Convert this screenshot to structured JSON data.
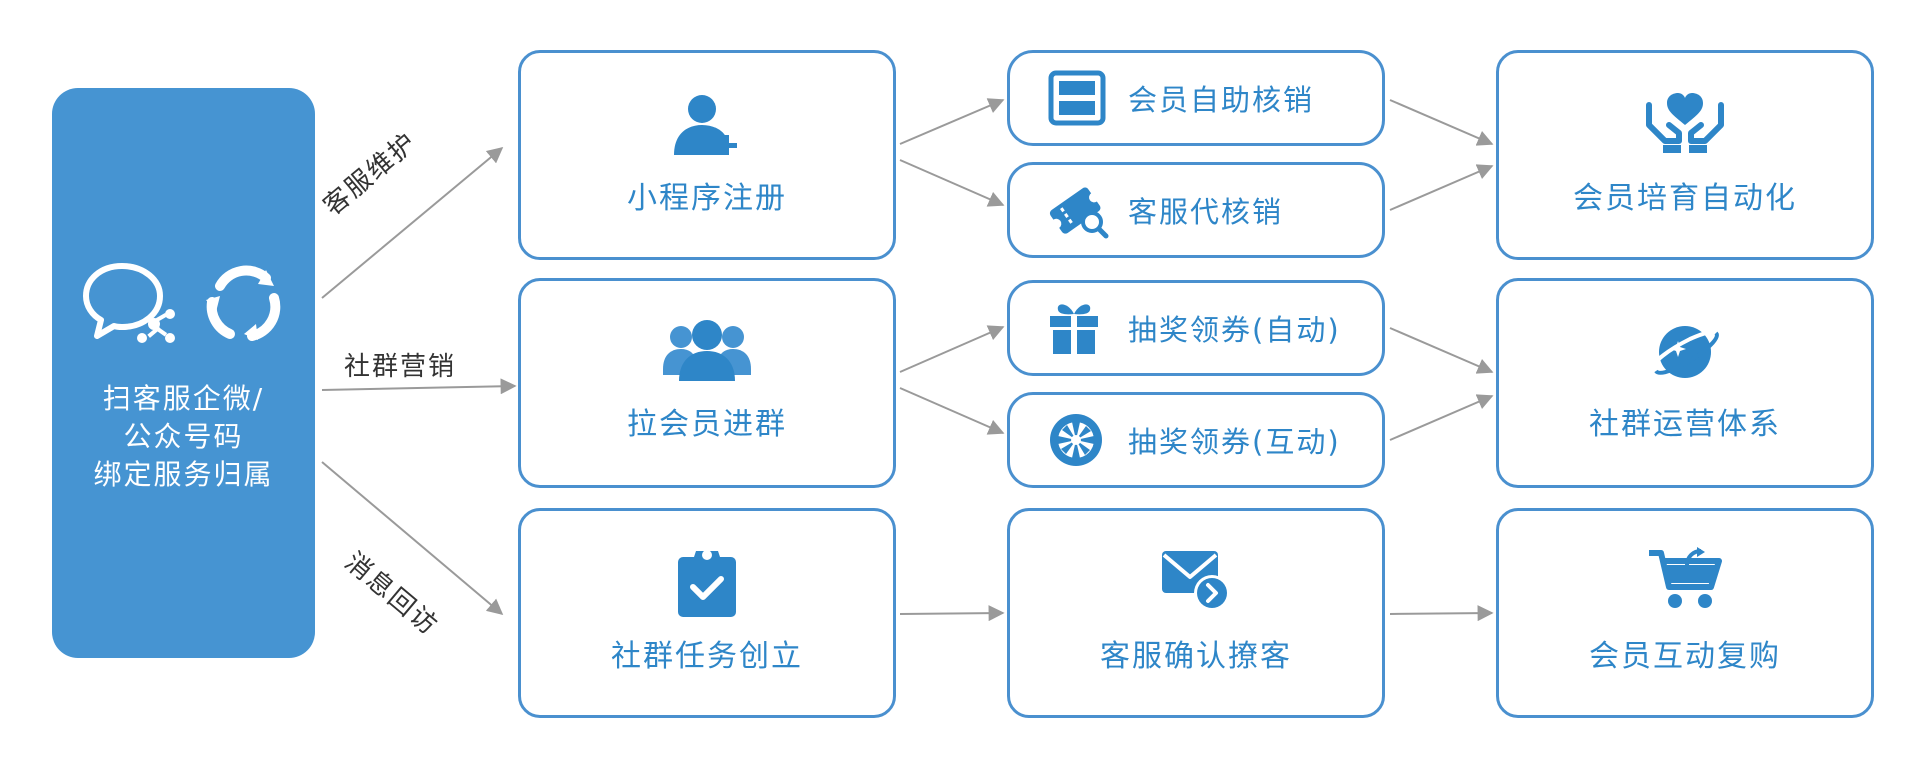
{
  "colors": {
    "accent": "#4694d2",
    "box_border": "#4a90cf",
    "text_blue": "#2e86c8",
    "arrow": "#9a9a9a"
  },
  "left_panel": {
    "icons": [
      "wechat-work-icon",
      "enterprise-wechat-logo-icon"
    ],
    "lines": [
      "扫客服企微/",
      "公众号码",
      "绑定服务归属"
    ]
  },
  "edge_labels": {
    "top": "客服维护",
    "middle": "社群营销",
    "bottom": "消息回访"
  },
  "column1": [
    {
      "label": "小程序注册",
      "icon": "user-add-icon"
    },
    {
      "label": "拉会员进群",
      "icon": "group-icon"
    },
    {
      "label": "社群任务创立",
      "icon": "clipboard-check-icon"
    }
  ],
  "column2": [
    {
      "label": "会员自助核销",
      "icon": "scan-frame-icon"
    },
    {
      "label": "客服代核销",
      "icon": "ticket-search-icon"
    },
    {
      "label": "抽奖领券(自动)",
      "icon": "gift-icon"
    },
    {
      "label": "抽奖领券(互动)",
      "icon": "lottery-wheel-icon"
    },
    {
      "label": "客服确认撩客",
      "icon": "mail-forward-icon"
    }
  ],
  "column3": [
    {
      "label": "会员培育自动化",
      "icon": "hands-heart-icon"
    },
    {
      "label": "社群运营体系",
      "icon": "planet-icon"
    },
    {
      "label": "会员互动复购",
      "icon": "cart-repeat-icon"
    }
  ]
}
